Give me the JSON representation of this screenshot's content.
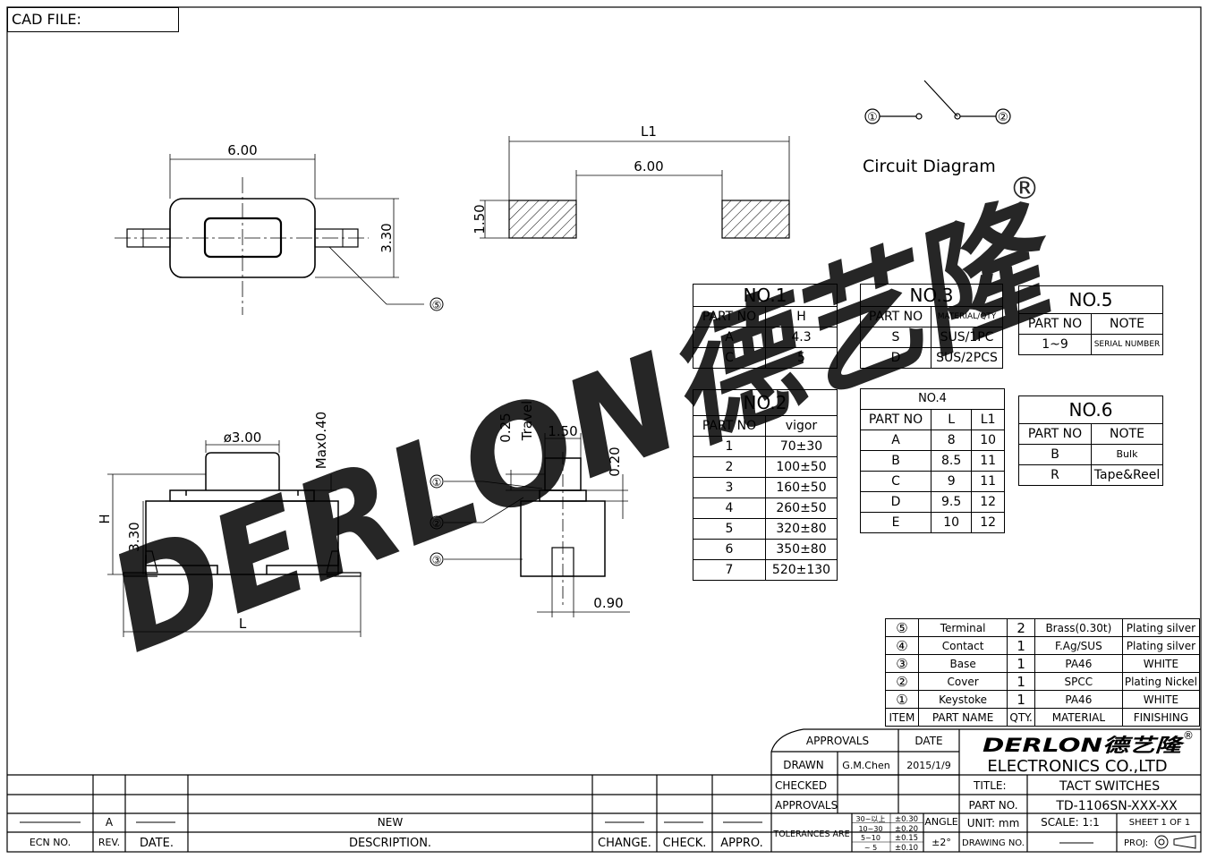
{
  "cad_file_label": "CAD FILE:",
  "dimensions": {
    "top_width": "6.00",
    "top_height": "3.30",
    "l1": "L1",
    "pad_gap": "6.00",
    "pad_height": "1.50",
    "dia": "ø3.00",
    "max_040": "Max0.40",
    "travel_025": "0.25",
    "travel": "Travel",
    "stem_150": "1.50",
    "d_020": "0.20",
    "d_090": "0.90",
    "h": "H",
    "l": "L",
    "side_330": "3.30"
  },
  "callouts": {
    "c1": "①",
    "c2": "②",
    "c3": "③",
    "c5": "⑤"
  },
  "circuit": {
    "label": "Circuit Diagram",
    "pin1": "①",
    "pin2": "②"
  },
  "watermark": {
    "text": "DERLON德艺隆",
    "registered": "®"
  },
  "no1": {
    "title": "NO.1",
    "headers": [
      "PART NO",
      "H"
    ],
    "rows": [
      [
        "A",
        "4.3"
      ],
      [
        "C",
        "5"
      ]
    ]
  },
  "no2": {
    "title": "NO.2",
    "headers": [
      "PART NO",
      "vigor"
    ],
    "rows": [
      [
        "1",
        "70±30"
      ],
      [
        "2",
        "100±50"
      ],
      [
        "3",
        "160±50"
      ],
      [
        "4",
        "260±50"
      ],
      [
        "5",
        "320±80"
      ],
      [
        "6",
        "350±80"
      ],
      [
        "7",
        "520±130"
      ]
    ]
  },
  "no3": {
    "title": "NO.3",
    "headers": [
      "PART NO",
      "MATERIAL/QTY"
    ],
    "rows": [
      [
        "S",
        "SUS/1PC"
      ],
      [
        "D",
        "SUS/2PCS"
      ]
    ]
  },
  "no4": {
    "title": "NO.4",
    "headers": [
      "PART NO",
      "L",
      "L1"
    ],
    "rows": [
      [
        "A",
        "8",
        "10"
      ],
      [
        "B",
        "8.5",
        "11"
      ],
      [
        "C",
        "9",
        "11"
      ],
      [
        "D",
        "9.5",
        "12"
      ],
      [
        "E",
        "10",
        "12"
      ]
    ]
  },
  "no5": {
    "title": "NO.5",
    "headers": [
      "PART NO",
      "NOTE"
    ],
    "rows": [
      [
        "1~9",
        "SERIAL NUMBER"
      ]
    ]
  },
  "no6": {
    "title": "NO.6",
    "headers": [
      "PART NO",
      "NOTE"
    ],
    "rows": [
      [
        "B",
        "Bulk"
      ],
      [
        "R",
        "Tape&Reel"
      ]
    ]
  },
  "bom": {
    "rows": [
      [
        "⑤",
        "Terminal",
        "2",
        "Brass(0.30t)",
        "Plating silver"
      ],
      [
        "④",
        "Contact",
        "1",
        "F.Ag/SUS",
        "Plating silver"
      ],
      [
        "③",
        "Base",
        "1",
        "PA46",
        "WHITE"
      ],
      [
        "②",
        "Cover",
        "1",
        "SPCC",
        "Plating Nickel"
      ],
      [
        "①",
        "Keystoke",
        "1",
        "PA46",
        "WHITE"
      ]
    ],
    "headers": [
      "ITEM",
      "PART NAME",
      "QTY.",
      "MATERIAL",
      "FINISHING"
    ]
  },
  "title_block": {
    "approvals": "APPROVALS",
    "date": "DATE",
    "drawn": "DRAWN",
    "drawn_by": "G.M.Chen",
    "drawn_date": "2015/1/9",
    "checked": "CHECKED",
    "approvals2": "APPROVALS",
    "tolerances_are": "TOLERANCES ARE",
    "tol_ranges": [
      "30~以上",
      "10~30",
      "5~10",
      "~ 5"
    ],
    "tol_values": [
      "±0.30",
      "±0.20",
      "±0.15",
      "±0.10"
    ],
    "angle": "ANGLE",
    "angle_value": "±2°",
    "logo": "DERLON德艺隆",
    "logo_reg": "®",
    "company": "ELECTRONICS  CO.,LTD",
    "title_label": "TITLE:",
    "title_value": "TACT  SWITCHES",
    "part_no_label": "PART  NO.",
    "part_no_value": "TD-1106SN-XXX-XX",
    "unit": "UNIT:  mm",
    "scale": "SCALE:   1:1",
    "sheet": "SHEET   1  OF  1",
    "drawing_no": "DRAWING  NO.",
    "proj": "PROJ:"
  },
  "revision": {
    "rev_value": "A",
    "description_value": "NEW",
    "headers": [
      "ECN  NO.",
      "REV.",
      "DATE.",
      "DESCRIPTION.",
      "CHANGE.",
      "CHECK.",
      "APPRO."
    ]
  }
}
